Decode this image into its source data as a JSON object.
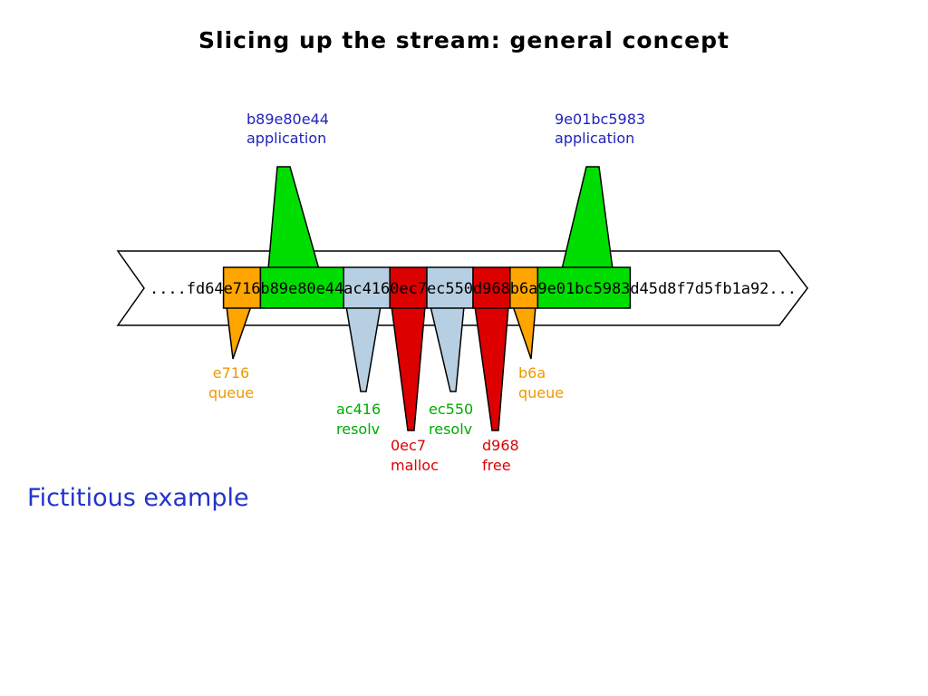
{
  "title": "Slicing up the stream: general concept",
  "footer": "Fictitious example",
  "stream": {
    "text": "....fd64e716b89e80e44ac4160ec7ec550d968b6a9e01bc5983d45d8f7d5fb1a92...",
    "segments": [
      {
        "text": "e716",
        "kind": "queue"
      },
      {
        "text": "b89e80e44",
        "kind": "application"
      },
      {
        "text": "ac416",
        "kind": "resolv"
      },
      {
        "text": "0ec7",
        "kind": "malloc"
      },
      {
        "text": "ec550",
        "kind": "resolv"
      },
      {
        "text": "d968",
        "kind": "free"
      },
      {
        "text": "b6a",
        "kind": "queue"
      },
      {
        "text": "9e01bc5983",
        "kind": "application"
      }
    ]
  },
  "callouts": {
    "app1": {
      "hash": "b89e80e44",
      "name": "application"
    },
    "app2": {
      "hash": "9e01bc5983",
      "name": "application"
    },
    "queue1": {
      "hash": "e716",
      "name": "queue"
    },
    "queue2": {
      "hash": "b6a",
      "name": "queue"
    },
    "resolv1": {
      "hash": "ac416",
      "name": "resolv"
    },
    "resolv2": {
      "hash": "ec550",
      "name": "resolv"
    },
    "malloc": {
      "hash": "0ec7",
      "name": "malloc"
    },
    "free": {
      "hash": "d968",
      "name": "free"
    }
  },
  "colors": {
    "application_fill": "#00dd00",
    "queue_fill": "#ffa500",
    "resolv_fill": "#b7cfe3",
    "heap_fill": "#dd0000",
    "application_text": "#2222bb",
    "queue_text": "#ee9900",
    "resolv_text": "#00aa00",
    "heap_text": "#dd0000",
    "footer_text": "#2233cc"
  }
}
